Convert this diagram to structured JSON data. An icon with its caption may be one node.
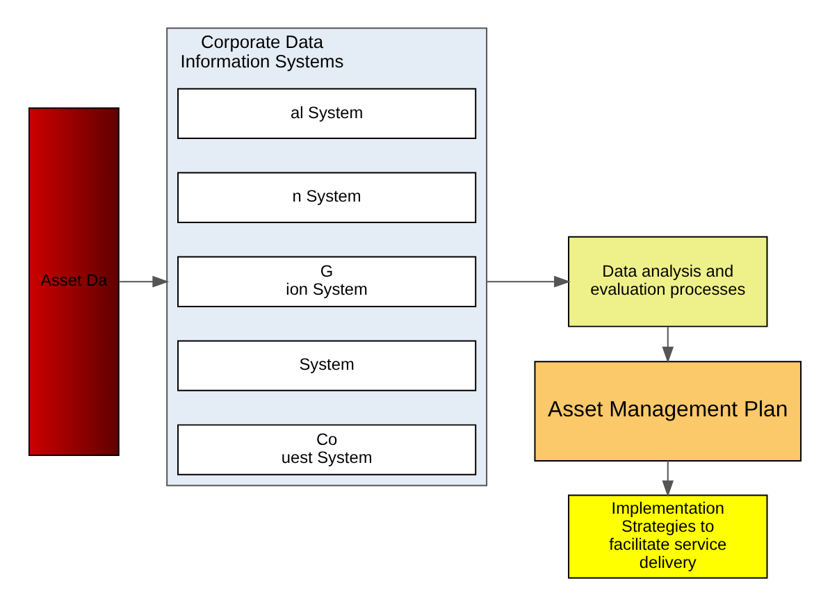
{
  "diagram": {
    "nodes": [
      {
        "text": [
          "Asset Da"
        ]
      },
      {
        "text": [
          "Corporate Data Information Systems"
        ]
      },
      {
        "text": [
          "al System"
        ],
        "in": 1
      },
      {
        "text": [
          "n System"
        ],
        "in": 1
      },
      {
        "text": [
          "G",
          "ion System"
        ],
        "in": 1
      },
      {
        "text": [
          "System"
        ],
        "in": 1
      },
      {
        "text": [
          "Co",
          "uest System"
        ],
        "in": 1
      },
      {
        "text": [
          "Data analysis and evaluation processes"
        ]
      },
      {
        "text": [
          "Asset Management Plan"
        ]
      },
      {
        "text": [
          "Implementation Strategies to facilitate service delivery"
        ]
      }
    ],
    "edges": [
      {
        "from": 0,
        "to": 1,
        "arrow": "to"
      },
      {
        "from": 1,
        "to": 7,
        "arrow": "to"
      },
      {
        "from": 7,
        "to": 8,
        "arrow": "to"
      },
      {
        "from": 8,
        "to": 9,
        "arrow": "to"
      }
    ]
  }
}
